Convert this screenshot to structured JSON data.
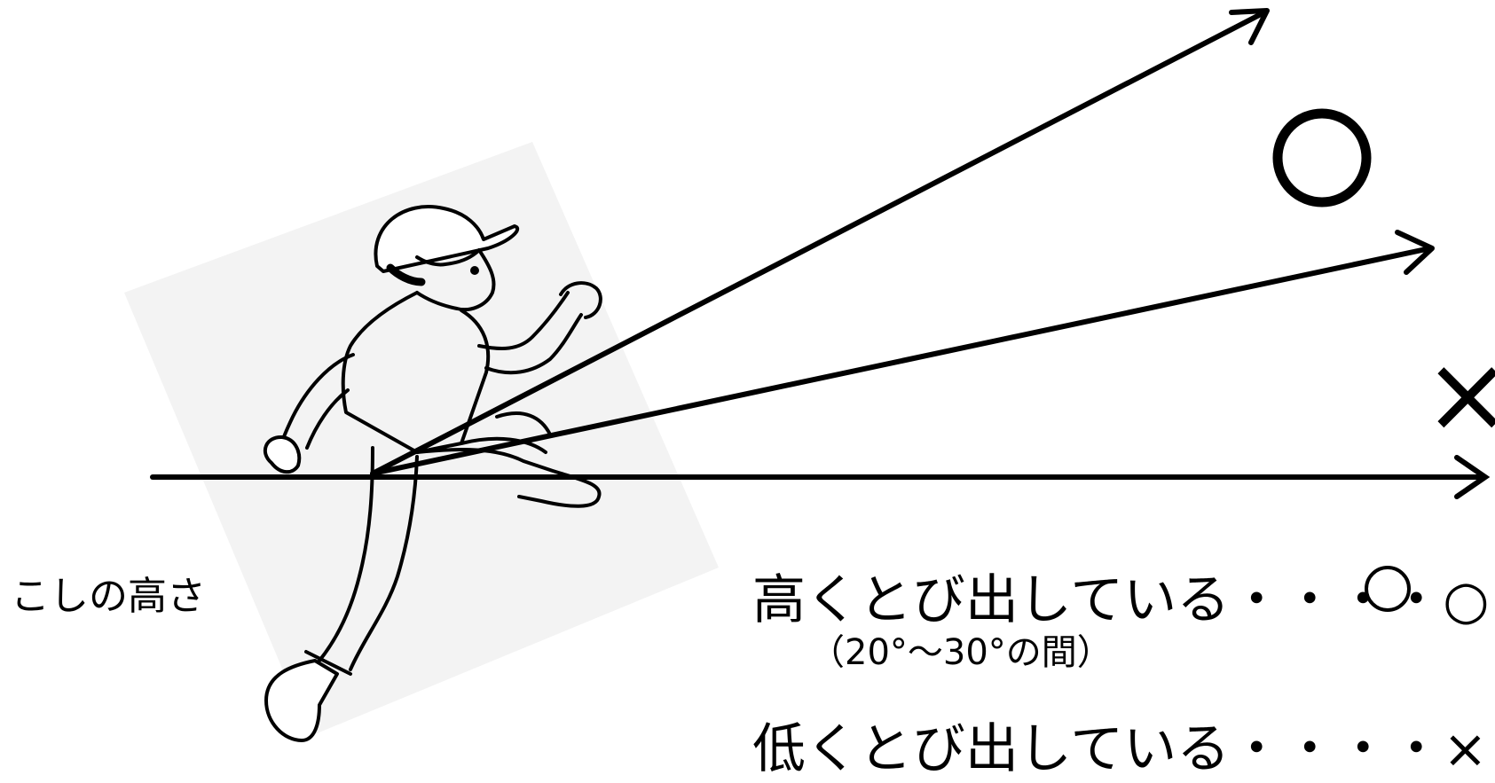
{
  "labels": {
    "waist_height": "こしの高さ",
    "high_jump": "高くとび出している・・・・○",
    "angle_range": "（20°～30°の間）",
    "low_jump": "低くとび出している・・・・×"
  },
  "marks": {
    "good": "○",
    "bad": "×"
  },
  "colors": {
    "line": "#000000",
    "background": "#ffffff"
  }
}
